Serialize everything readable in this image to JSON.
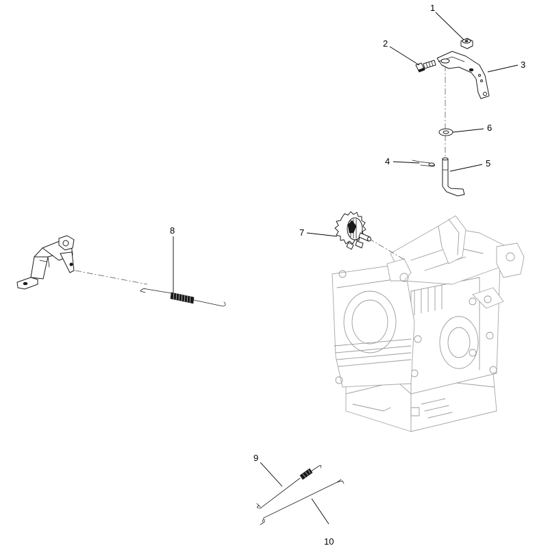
{
  "callouts": [
    {
      "id": "1",
      "label": "1"
    },
    {
      "id": "2",
      "label": "2"
    },
    {
      "id": "3",
      "label": "3"
    },
    {
      "id": "4",
      "label": "4"
    },
    {
      "id": "5",
      "label": "5"
    },
    {
      "id": "6",
      "label": "6"
    },
    {
      "id": "7",
      "label": "7"
    },
    {
      "id": "8",
      "label": "8"
    },
    {
      "id": "9",
      "label": "9"
    },
    {
      "id": "10",
      "label": "10"
    }
  ],
  "colors": {
    "ink": "#1a1a1a",
    "ghost_engine": "#9a9a9a",
    "background": "#ffffff"
  },
  "parts": [
    {
      "callout": "1",
      "shape": "nut"
    },
    {
      "callout": "2",
      "shape": "bolt"
    },
    {
      "callout": "3",
      "shape": "governor-arm"
    },
    {
      "callout": "4",
      "shape": "cotter-pin"
    },
    {
      "callout": "5",
      "shape": "governor-shaft"
    },
    {
      "callout": "6",
      "shape": "washer"
    },
    {
      "callout": "7",
      "shape": "governor-gear"
    },
    {
      "callout": "8",
      "shape": "governor-spring"
    },
    {
      "callout": "9",
      "shape": "link-spring"
    },
    {
      "callout": "10",
      "shape": "throttle-link-rod"
    }
  ]
}
